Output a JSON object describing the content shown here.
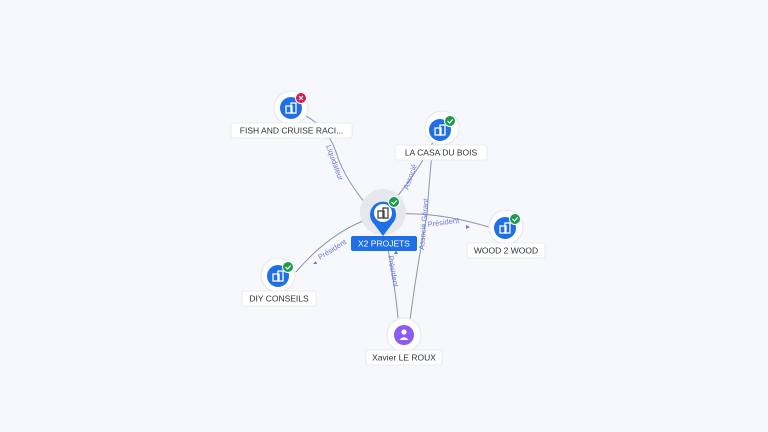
{
  "colors": {
    "company": "#1f6fe5",
    "person": "#8a5cf0",
    "active_badge": "#1e9c4b",
    "closed_badge": "#d9184b",
    "edge": "#8a93b3",
    "edge_label": "#6a78d8"
  },
  "nodes": [
    {
      "id": "center",
      "label": "X2 PROJETS",
      "type": "company",
      "status": "active",
      "icon": "building-icon",
      "center": true
    },
    {
      "id": "fish",
      "label": "FISH AND CRUISE RACI...",
      "type": "company",
      "status": "closed",
      "icon": "building-icon"
    },
    {
      "id": "casa",
      "label": "LA CASA DU BOIS",
      "type": "company",
      "status": "active",
      "icon": "building-icon"
    },
    {
      "id": "wood",
      "label": "WOOD 2 WOOD",
      "type": "company",
      "status": "active",
      "icon": "building-icon"
    },
    {
      "id": "diy",
      "label": "DIY CONSEILS",
      "type": "company",
      "status": "active",
      "icon": "building-icon"
    },
    {
      "id": "xavier",
      "label": "Xavier LE ROUX",
      "type": "person",
      "status": "none",
      "icon": "person-icon"
    }
  ],
  "edges": [
    {
      "id": "e-fish",
      "from": "center",
      "to": "fish",
      "label": "Liquidateur"
    },
    {
      "id": "e-casa",
      "from": "center",
      "to": "casa",
      "label": "Associé"
    },
    {
      "id": "e-wood",
      "from": "center",
      "to": "wood",
      "label": "Président"
    },
    {
      "id": "e-diy",
      "from": "center",
      "to": "diy",
      "label": "Président"
    },
    {
      "id": "e-xav-center",
      "from": "xavier",
      "to": "center",
      "label": "Président"
    },
    {
      "id": "e-xav-casa",
      "from": "xavier",
      "to": "casa",
      "label": "Associé Gérant"
    }
  ]
}
